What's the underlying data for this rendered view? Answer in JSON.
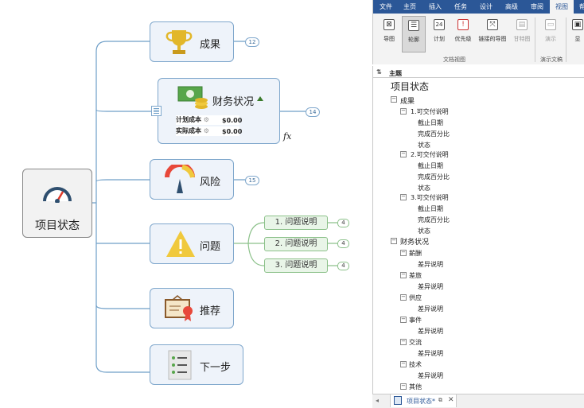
{
  "mindmap": {
    "central": "项目状态",
    "branches": {
      "results": {
        "label": "成果",
        "count": "12"
      },
      "finance": {
        "label": "财务状况",
        "count": "14",
        "planned_label": "计划成本",
        "planned_value": "$0.00",
        "actual_label": "实际成本",
        "actual_value": "$0.00",
        "fx": "fx"
      },
      "risk": {
        "label": "风险",
        "count": "15"
      },
      "issues": {
        "label": "问题",
        "items": [
          {
            "label": "1. 问题说明",
            "count": "4"
          },
          {
            "label": "2. 问题说明",
            "count": "4"
          },
          {
            "label": "3. 问题说明",
            "count": "4"
          }
        ]
      },
      "recommend": {
        "label": "推荐"
      },
      "next": {
        "label": "下一步"
      }
    }
  },
  "ribbon": {
    "tabs": [
      "文件",
      "主页",
      "插入",
      "任务",
      "设计",
      "高级",
      "审阅",
      "视图",
      "帮"
    ],
    "active_tab": "视图",
    "buttons": {
      "map": "导图",
      "outline": "轮廓",
      "plan": "计划",
      "priority": "优先级",
      "linked": "链接的导图",
      "gantt": "甘特图",
      "present": "演示",
      "display": "显"
    },
    "groups": {
      "doc_view": "文档视图",
      "present_doc": "演示文稿"
    }
  },
  "outline": {
    "header": "主题",
    "root": "项目状态",
    "results": "成果",
    "deliverable1": "1.可交付说明",
    "deliverable2": "2.可交付说明",
    "deliverable3": "3.可交付说明",
    "due": "截止日期",
    "percent": "完成百分比",
    "status": "状态",
    "finance": "财务状况",
    "salary": "薪酬",
    "travel": "差旅",
    "supply": "供应",
    "event": "事件",
    "comm": "交流",
    "tech": "技术",
    "other": "其他",
    "variance": "差异说明"
  },
  "doc_tab": {
    "label": "项目状态*"
  },
  "colors": {
    "ribbon_blue": "#2b5797",
    "node_border": "#7fa7cc",
    "issue_green": "#8cc18a"
  }
}
